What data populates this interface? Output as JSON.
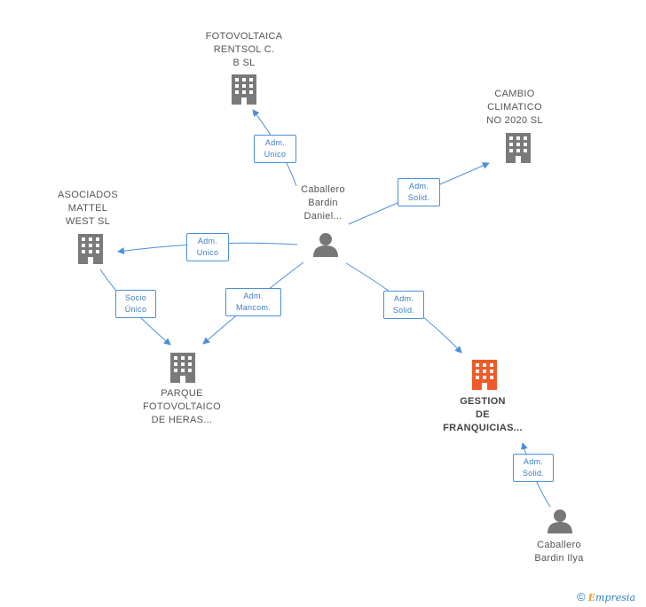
{
  "colors": {
    "edge": "#4a90d9",
    "company": "#7a7a7a",
    "company_highlight": "#f05a28",
    "person": "#777777"
  },
  "nodes": {
    "fotovoltaica": {
      "label": [
        "FOTOVOLTAICA",
        "RENTSOL C.",
        "B SL"
      ],
      "icon": "building-icon"
    },
    "cambio": {
      "label": [
        "CAMBIO",
        "CLIMATICO",
        "NO 2020 SL"
      ],
      "icon": "building-icon"
    },
    "asociados": {
      "label": [
        "ASOCIADOS",
        "MATTEL",
        "WEST SL"
      ],
      "icon": "building-icon"
    },
    "parque": {
      "label": [
        "PARQUE",
        "FOTOVOLTAICO",
        "DE HERAS..."
      ],
      "icon": "building-icon"
    },
    "gestion": {
      "label": [
        "GESTION",
        "DE",
        "FRANQUICIAS..."
      ],
      "icon": "building-icon"
    },
    "daniel": {
      "label": [
        "Caballero",
        "Bardin",
        "Daniel..."
      ],
      "icon": "person-icon"
    },
    "ilya": {
      "label": [
        "Caballero",
        "Bardin Ilya"
      ],
      "icon": "person-icon"
    }
  },
  "edges": {
    "to_fotovoltaica": [
      "Adm.",
      "Unico"
    ],
    "to_cambio": [
      "Adm.",
      "Solid."
    ],
    "to_asociados": [
      "Adm.",
      "Unico"
    ],
    "to_parque": [
      "Adm.",
      "Mancom."
    ],
    "asociados_to_parque": [
      "Socio",
      "Único"
    ],
    "to_gestion": [
      "Adm.",
      "Solid."
    ],
    "ilya_to_gestion": [
      "Adm.",
      "Solid."
    ]
  },
  "footer": {
    "copyright": "©",
    "brand_initial": "E",
    "brand_rest": "mpresia"
  }
}
